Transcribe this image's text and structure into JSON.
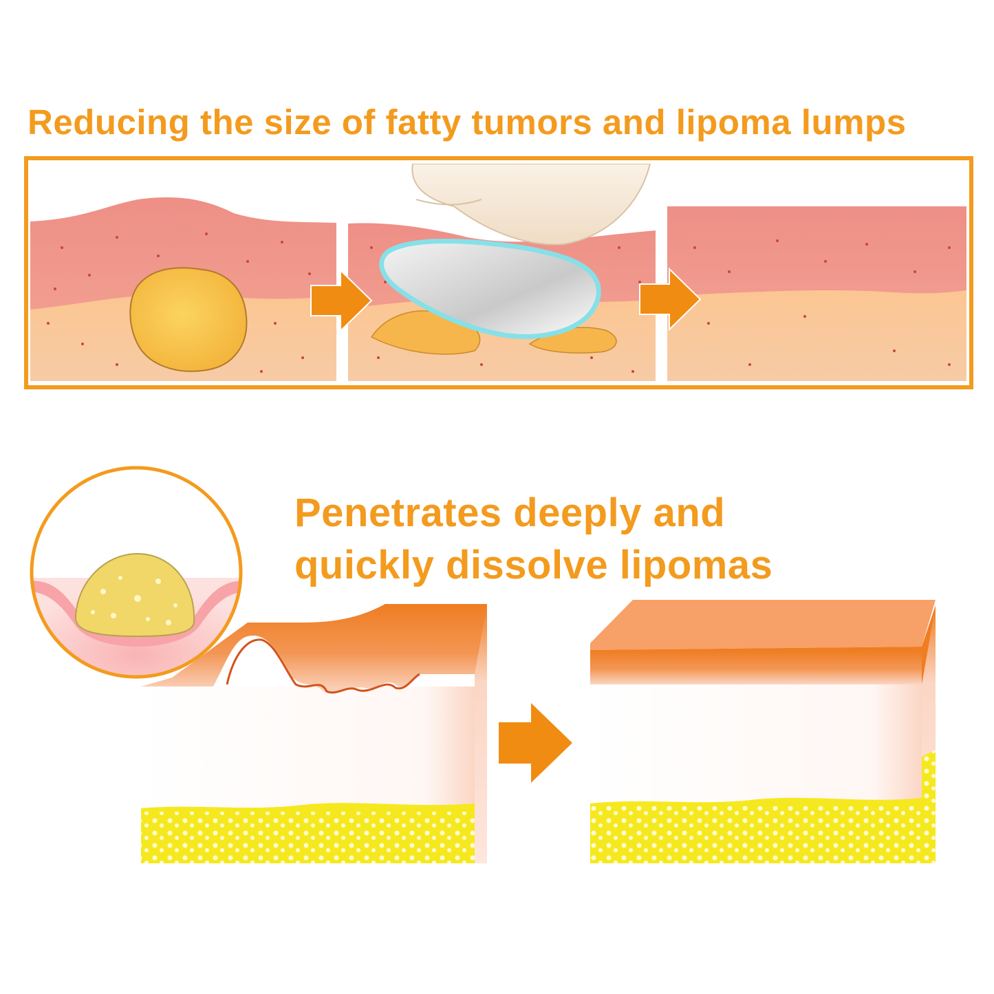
{
  "page": {
    "background_color": "#ffffff",
    "accent_color": "#f39b1e",
    "arrow_color": "#f08c12"
  },
  "top_section": {
    "title": "Reducing the size of fatty tumors and lipoma lumps",
    "frame_color": "#f39b1e",
    "panels": [
      {
        "id": "lipoma-under-skin",
        "icons": [
          "skin-dermis-icon",
          "lipoma-lump-icon"
        ]
      },
      {
        "id": "patch-applied",
        "icons": [
          "finger-icon",
          "patch-icon",
          "lipoma-fragments-icon"
        ]
      },
      {
        "id": "skin-restored",
        "icons": [
          "smooth-skin-icon"
        ]
      }
    ]
  },
  "bottom_section": {
    "title_line_1": "Penetrates deeply and",
    "title_line_2": "quickly dissolve lipomas",
    "colors": {
      "skin_top": "#ef7d22",
      "skin_light": "#fbd6c4",
      "fat_layer": "#f6e81f",
      "lipoma_fill": "#f0d768",
      "pink_skin": "#f9b4b4"
    }
  }
}
